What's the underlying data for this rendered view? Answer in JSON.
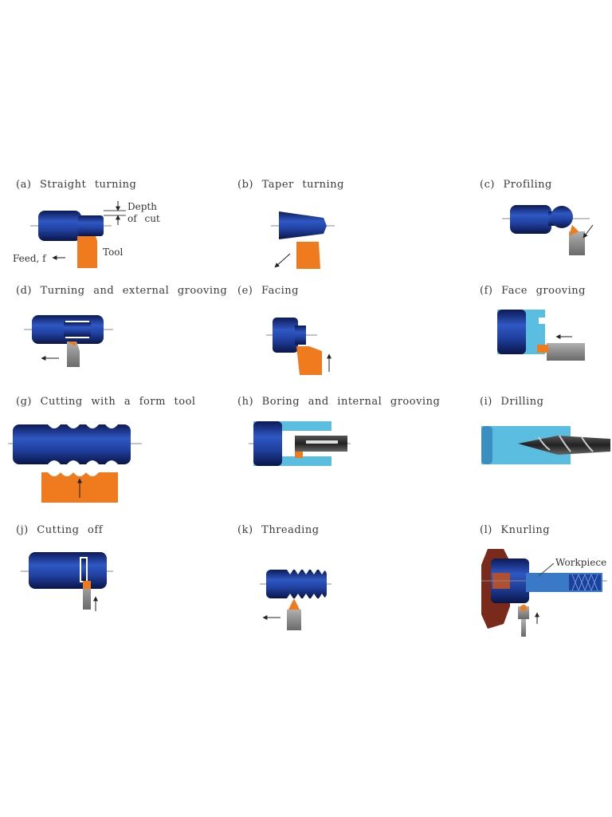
{
  "title": "",
  "operations": [
    {
      "id": "a",
      "label": "(a) Straight turning"
    },
    {
      "id": "b",
      "label": "(b) Taper turning"
    },
    {
      "id": "c",
      "label": "(c) Profiling"
    },
    {
      "id": "d",
      "label": "(d) Turning and external grooving"
    },
    {
      "id": "e",
      "label": "(e) Facing"
    },
    {
      "id": "f",
      "label": "(f) Face grooving"
    },
    {
      "id": "g",
      "label": "(g) Cutting with a form tool"
    },
    {
      "id": "h",
      "label": "(h) Boring and internal grooving"
    },
    {
      "id": "i",
      "label": "(i) Drilling"
    },
    {
      "id": "j",
      "label": "(j) Cutting off"
    },
    {
      "id": "k",
      "label": "(k) Threading"
    },
    {
      "id": "l",
      "label": "(l) Knurling"
    }
  ],
  "annotations": {
    "depth_line1": "Depth",
    "depth_line2": "of cut",
    "tool": "Tool",
    "feed": "Feed, f",
    "workpiece": "Workpiece"
  },
  "colors": {
    "workpiece": "#1f3f9c",
    "workpiece_dark": "#10205e",
    "tool": "#f07a1e",
    "tool_gray": "#8a8a8a",
    "bore_light": "#5bbde0",
    "chuck": "#7a2a1a"
  }
}
